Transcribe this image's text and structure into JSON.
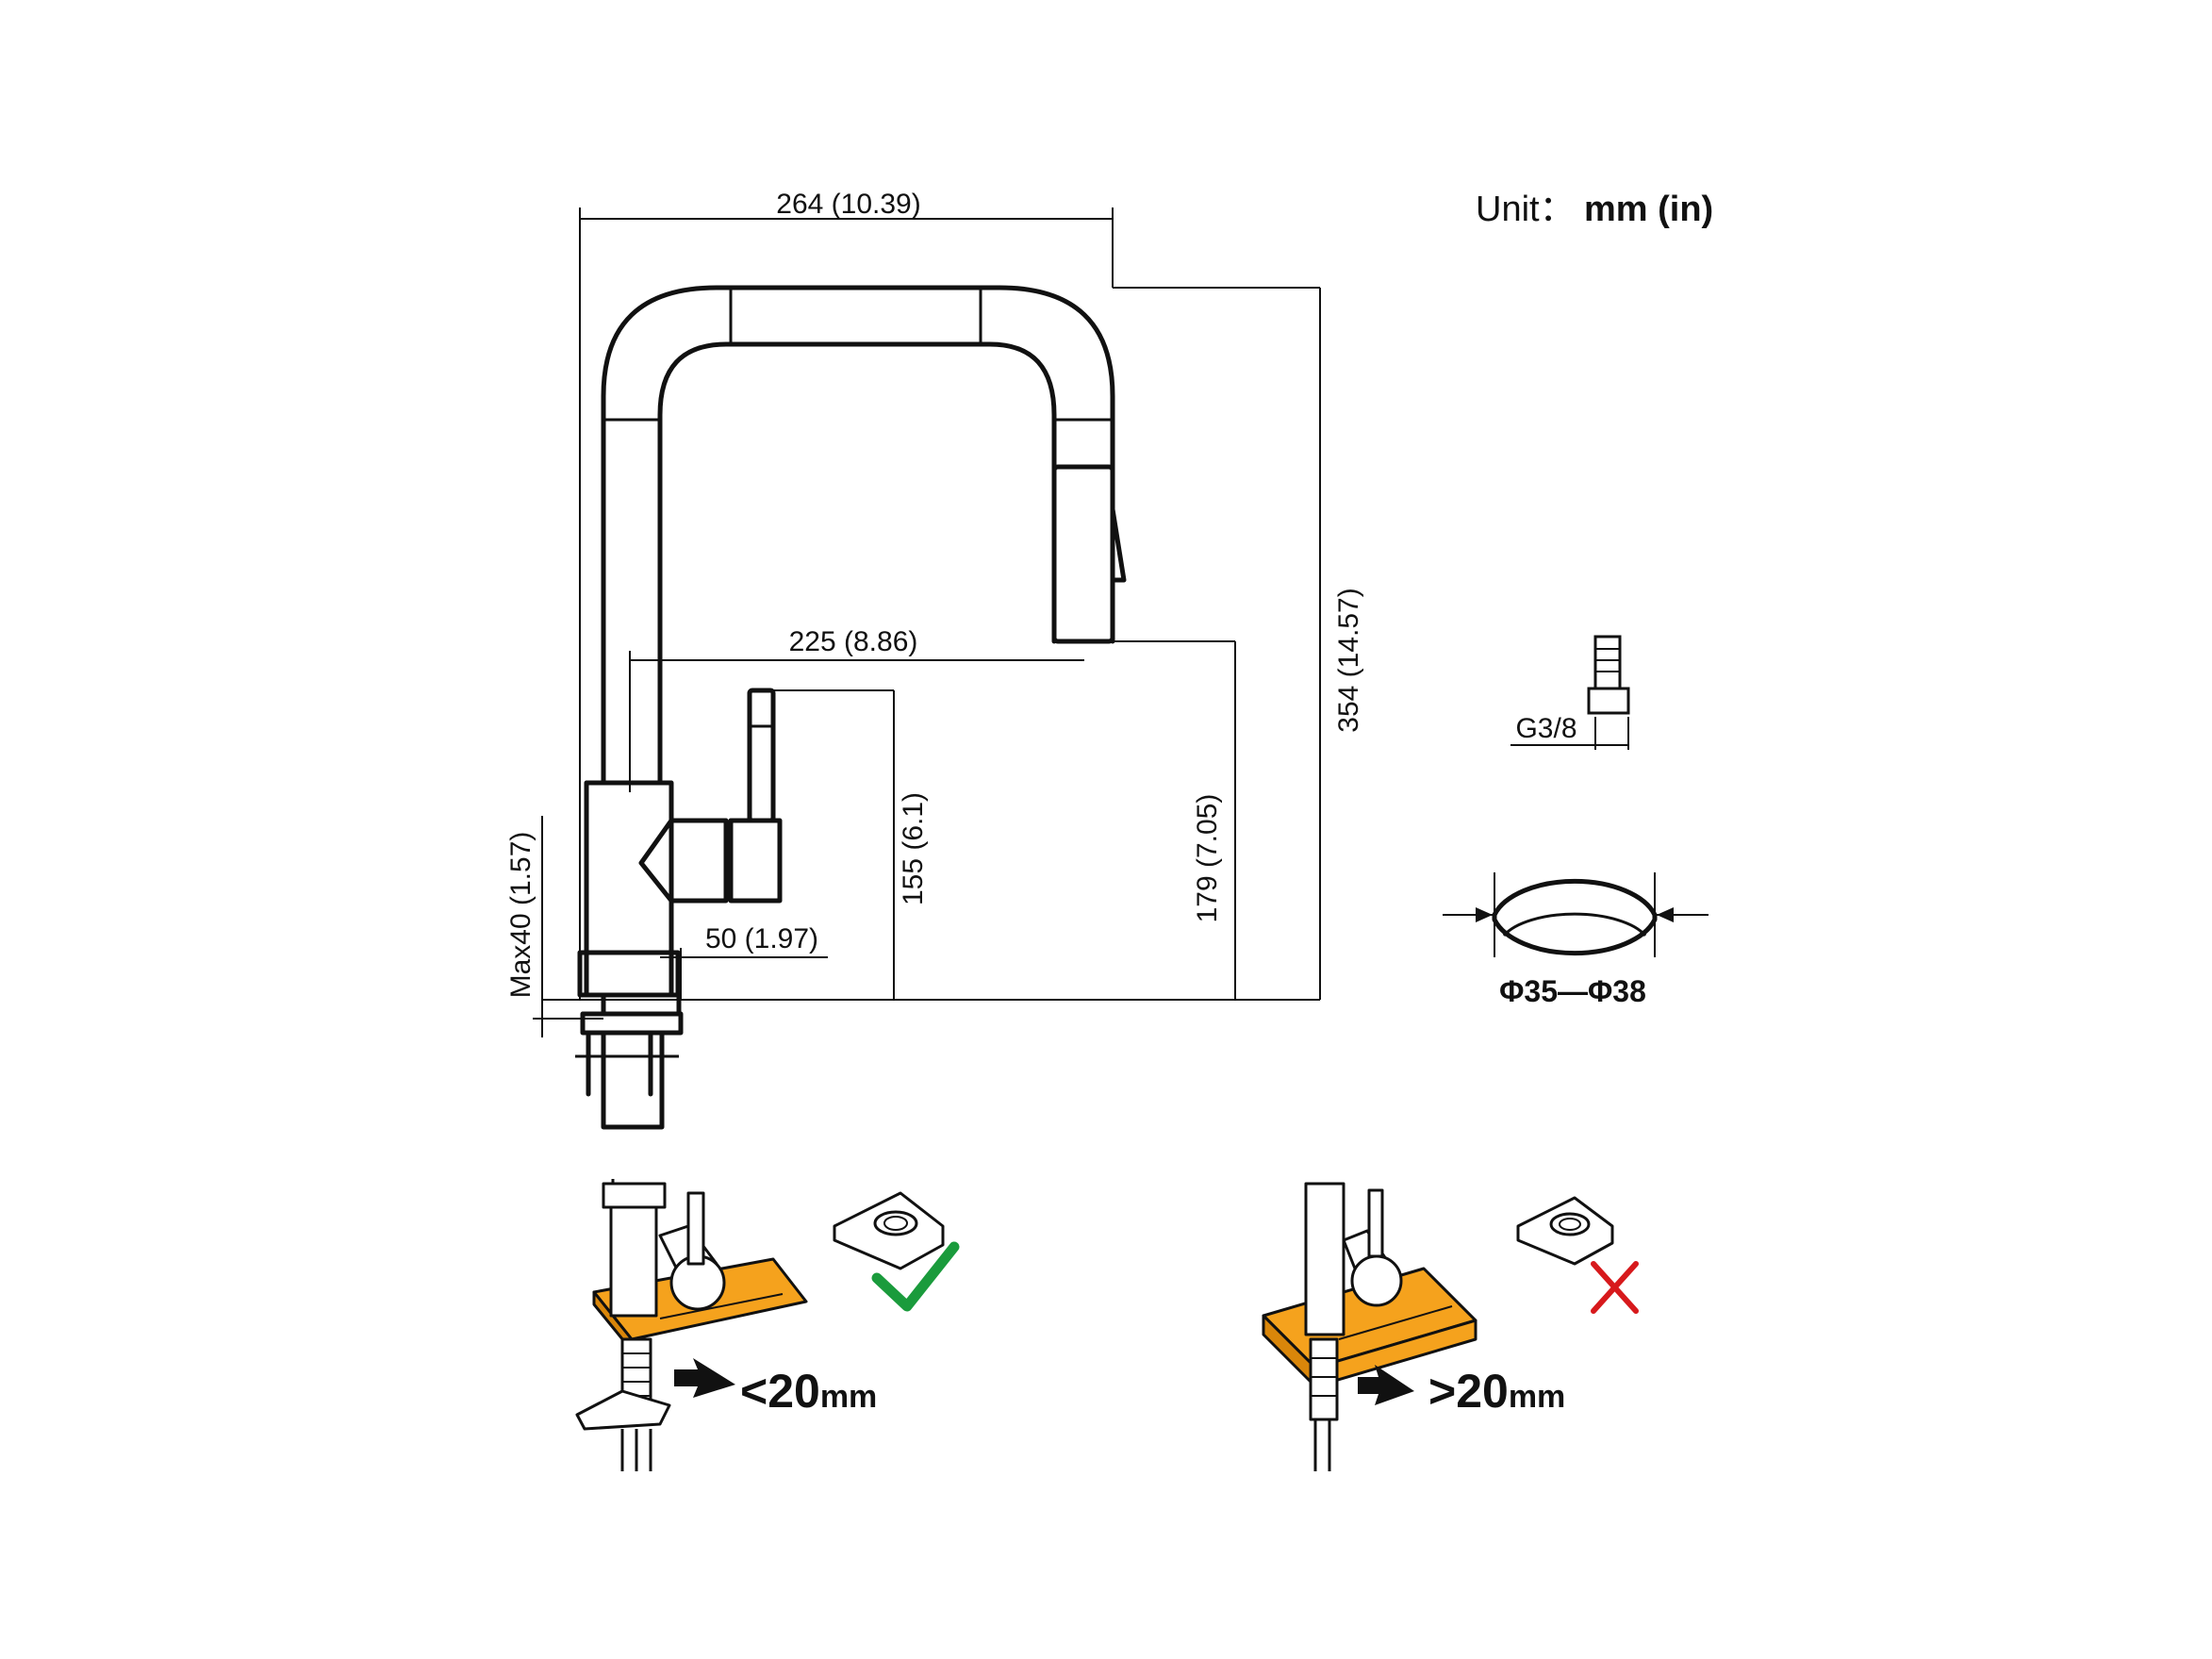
{
  "unit": {
    "label": "Unit：",
    "value": "mm (in)"
  },
  "dimensions": {
    "spout_reach_total": "264 (10.39)",
    "spout_reach": "225 (8.86)",
    "total_height": "354 (14.57)",
    "spout_height": "179 (7.05)",
    "handle_height": "155 (6.1)",
    "base_diameter": "50 (1.97)",
    "max_deck_thickness": "Max40 (1.57)"
  },
  "connector": {
    "label": "G3/8"
  },
  "hole": {
    "label": "Φ35—Φ38"
  },
  "install_ok": {
    "label_main": "<20",
    "label_unit": "mm",
    "mark": "check-icon",
    "mark_color": "#1a9b3c"
  },
  "install_bad": {
    "label_main": ">20",
    "label_unit": "mm",
    "mark": "cross-icon",
    "mark_color": "#d7191c"
  },
  "colors": {
    "countertop": "#f5a21d",
    "ok": "#1a9b3c",
    "bad": "#d7191c"
  }
}
